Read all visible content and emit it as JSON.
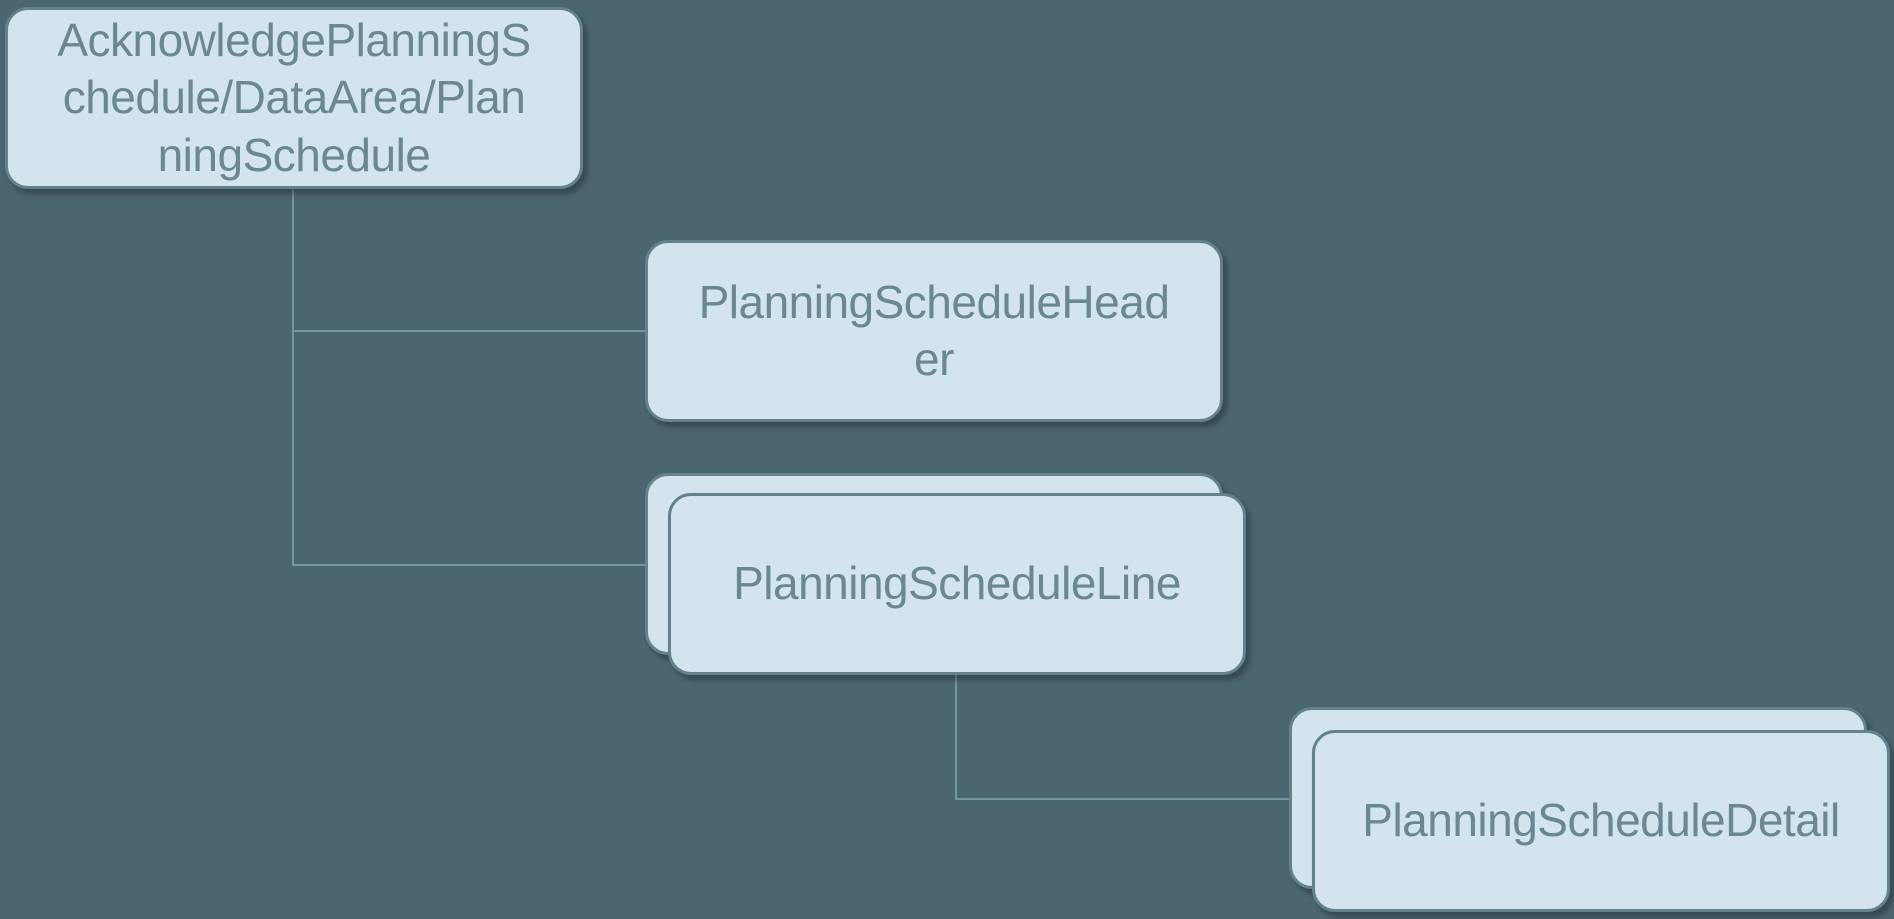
{
  "diagram": {
    "type": "hierarchy",
    "colors": {
      "background": "#4C6670",
      "node_fill": "#D3E4ED",
      "node_border": "#62828C",
      "connector": "#7496A3",
      "text": "#69888F"
    },
    "nodes": {
      "root": {
        "label": "AcknowledgePlanningSchedule/DataArea/PlanningSchedule",
        "text": "AcknowledgePlanningS\nchedule/DataArea/Plan\nningSchedule",
        "stacked": false
      },
      "header": {
        "label": "PlanningScheduleHeader",
        "text": "PlanningScheduleHead\ner",
        "stacked": false
      },
      "line": {
        "label": "PlanningScheduleLine",
        "text": "PlanningScheduleLine",
        "stacked": true
      },
      "detail": {
        "label": "PlanningScheduleDetail",
        "text": "PlanningScheduleDetail",
        "stacked": true
      }
    }
  }
}
